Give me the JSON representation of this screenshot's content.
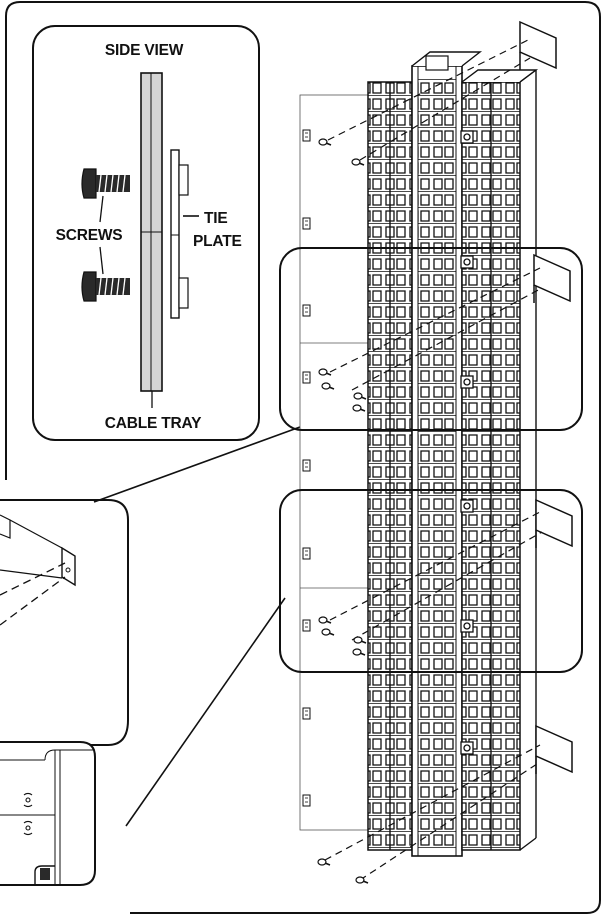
{
  "side_view": {
    "title": "SIDE VIEW",
    "screws_label": "SCREWS",
    "tie_label_line1": "TIE",
    "tie_label_line2": "PLATE",
    "cable_tray_label": "CABLE TRAY"
  },
  "colors": {
    "stroke": "#111111",
    "tray_fill": "#d4d4d4",
    "screw_fill": "#2a2a2a",
    "background": "#ffffff"
  }
}
